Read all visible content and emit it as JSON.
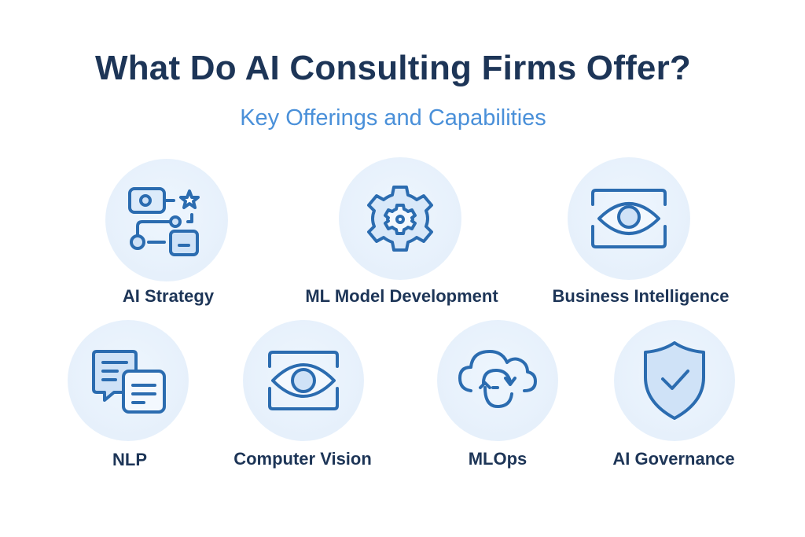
{
  "header": {
    "title": "What Do AI Consulting Firms Offer?",
    "subtitle": "Key Offerings and Capabilities"
  },
  "colors": {
    "title": "#1d3557",
    "subtitle": "#4a90d9",
    "icon_stroke": "#2b6cb0",
    "icon_fill": "#cfe2f7",
    "circle_bg": "#e8f2fc",
    "background": "#ffffff"
  },
  "offerings": [
    {
      "label": "AI Strategy",
      "icon": "strategy-flow-icon"
    },
    {
      "label": "ML Model Development",
      "icon": "gear-icon"
    },
    {
      "label": "Business Intelligence",
      "icon": "eye-frame-icon"
    },
    {
      "label": "NLP",
      "icon": "chat-bubbles-icon"
    },
    {
      "label": "Computer Vision",
      "icon": "eye-frame-icon"
    },
    {
      "label": "MLOps",
      "icon": "cloud-cycle-icon"
    },
    {
      "label": "AI Governance",
      "icon": "shield-check-icon"
    }
  ]
}
